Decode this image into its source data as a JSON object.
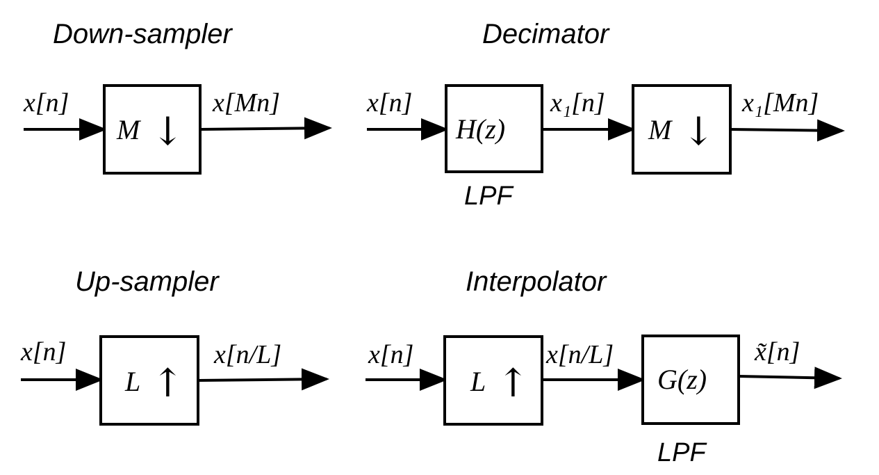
{
  "colors": {
    "stroke": "#000000",
    "background": "#ffffff"
  },
  "downsampler": {
    "title": "Down-sampler",
    "input": "x[n]",
    "block_symbol": "M",
    "block_arrow": "↓",
    "output": "x[Mn]"
  },
  "decimator": {
    "title": "Decimator",
    "input": "x[n]",
    "filter": "H(z)",
    "filter_label": "LPF",
    "intermediate": "x₁[n]",
    "block_symbol": "M",
    "block_arrow": "↓",
    "output": "x₁[Mn]"
  },
  "upsampler": {
    "title": "Up-sampler",
    "input": "x[n]",
    "block_symbol": "L",
    "block_arrow": "↑",
    "output": "x[n/L]"
  },
  "interpolator": {
    "title": "Interpolator",
    "input": "x[n]",
    "block_symbol": "L",
    "block_arrow": "↑",
    "intermediate": "x[n/L]",
    "filter": "G(z)",
    "filter_label": "LPF",
    "output": "x̃[n]"
  }
}
